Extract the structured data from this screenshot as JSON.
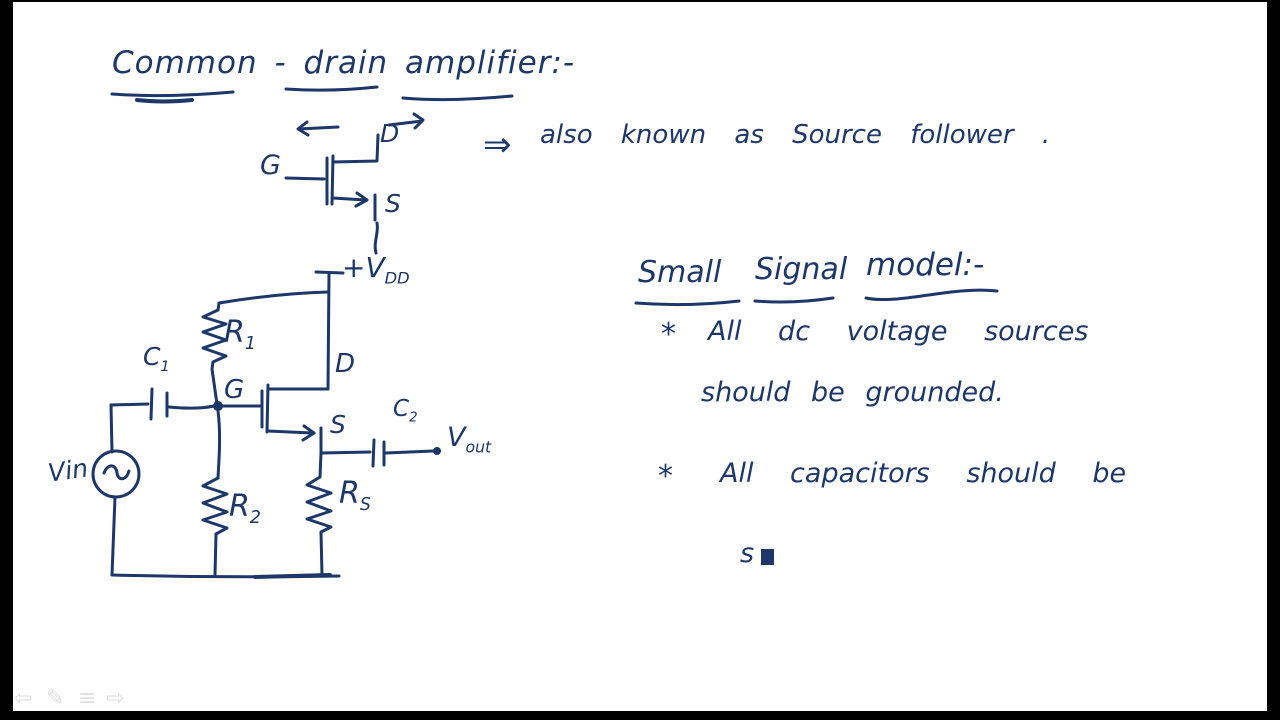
{
  "colors": {
    "ink": "#1c3768",
    "toolbar_icon": "#dfdfdf",
    "frame": "#000000",
    "background": "#ffffff"
  },
  "title": "Common - drain amplifier:-",
  "note": {
    "text": "also known as Source follower ."
  },
  "heading": {
    "word1": "Small",
    "word2": "Signal",
    "word3": "model:-"
  },
  "bullet1": {
    "marker": "*",
    "line1": "All dc voltage sources",
    "line2": "should be grounded."
  },
  "bullet2": {
    "marker": "*",
    "line1": "All capacitors should be",
    "line2": "s"
  },
  "mosfet": {
    "gate": "G",
    "drain": "D",
    "source": "S"
  },
  "circuit": {
    "supply": {
      "main": "+V",
      "sub": "DD"
    },
    "r1": {
      "main": "R",
      "sub": "1"
    },
    "r2": {
      "main": "R",
      "sub": "2"
    },
    "rs": {
      "main": "R",
      "sub": "S"
    },
    "c1": {
      "main": "C",
      "sub": "1"
    },
    "c2": {
      "main": "C",
      "sub": "2"
    },
    "gate": "G",
    "drain": "D",
    "source": "S",
    "vin": "Vin",
    "vout": {
      "main": "V",
      "sub": "out"
    }
  },
  "icons": {
    "implies_arrow": "⇒",
    "undo": "⇦",
    "pen": "✎",
    "list": "≡",
    "redo": "⇨"
  }
}
